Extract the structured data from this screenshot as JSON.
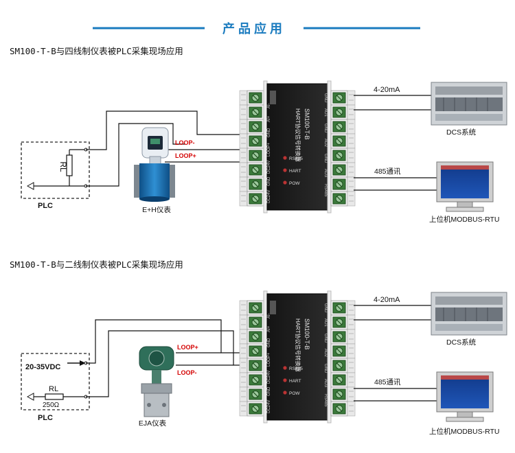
{
  "header": {
    "title": "产品应用"
  },
  "section1": {
    "title": "SM100-T-B与四线制仪表被PLC采集现场应用",
    "plc_label": "PLC",
    "resistor_label": "RL",
    "meter_label": "E+H仪表",
    "loop_minus": "LOOP-",
    "loop_plus": "LOOP+",
    "output_label": "4-20mA",
    "dcs_label": "DCS系统",
    "comm_label": "485通讯",
    "pc_label": "上位机MODBUS-RTU"
  },
  "section2": {
    "title": "SM100-T-B与二线制仪表被PLC采集现场应用",
    "plc_label": "PLC",
    "voltage_label": "20-35VDC",
    "resistor_label": "RL",
    "resistor_value": "250Ω",
    "meter_label": "EJA仪表",
    "loop_plus": "LOOP+",
    "loop_minus": "LOOP-",
    "output_label": "4-20mA",
    "dcs_label": "DCS系统",
    "comm_label": "485通讯",
    "pc_label": "上位机MODBUS-RTU"
  },
  "module": {
    "model": "SM100-T-B",
    "name": "HART协议信号转换器",
    "leds": [
      "RS485",
      "HART",
      "POW"
    ],
    "left_terminals": [
      "AI-",
      "AI+",
      "GND",
      "LOOP+",
      "DC24V",
      "GND",
      "DC24V"
    ],
    "right_terminals": [
      "GND",
      "AO1",
      "GND",
      "AO2",
      "GND",
      "AO3",
      "RS485"
    ]
  },
  "colors": {
    "accent": "#1a7bbf",
    "loop_red": "#d40000",
    "terminal_green": "#2f6b2f"
  }
}
